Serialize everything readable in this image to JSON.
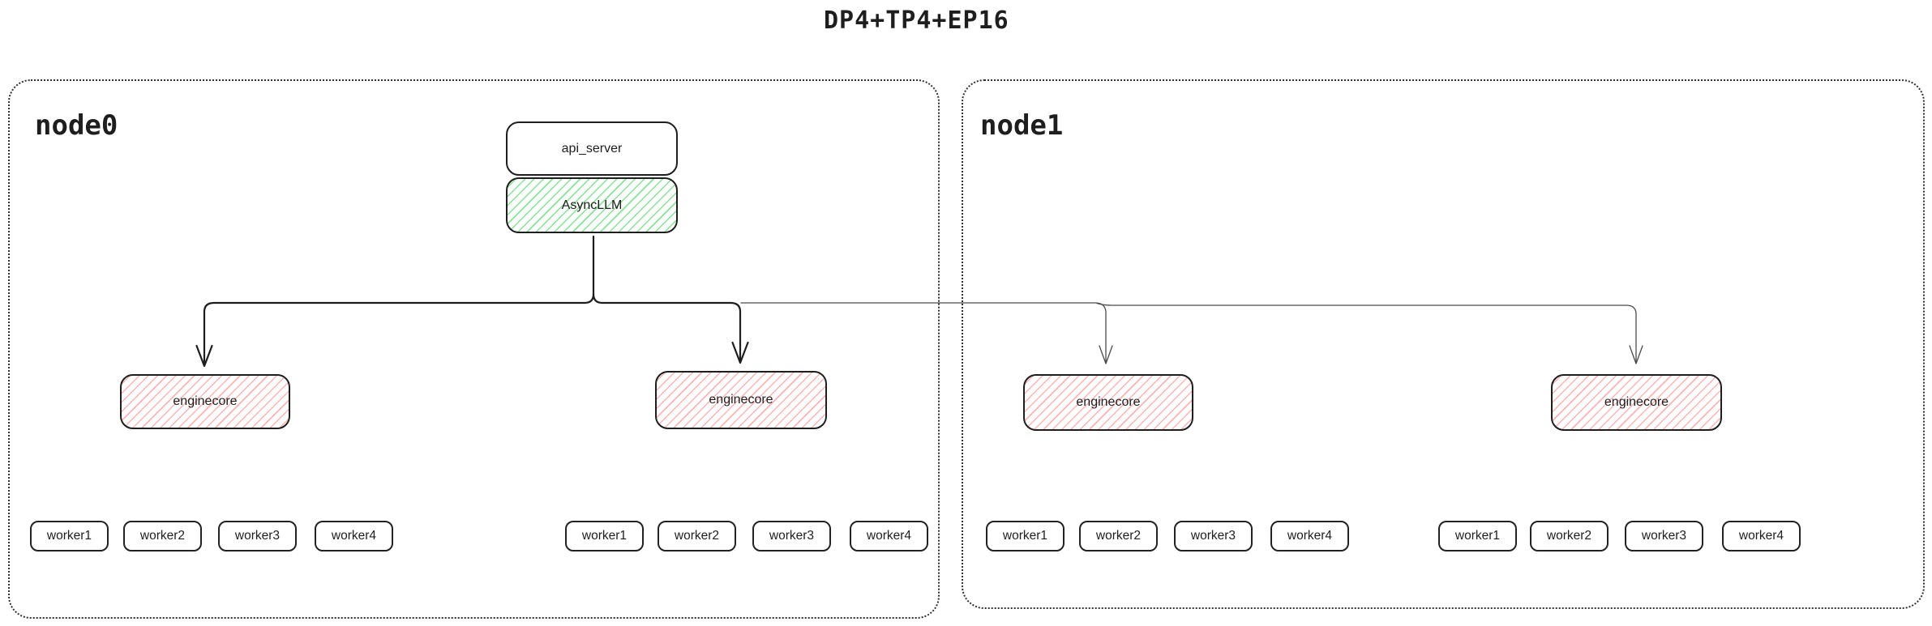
{
  "title": "DP4+TP4+EP16",
  "nodes": [
    {
      "label": "node0",
      "api_server_label": "api_server",
      "async_llm_label": "AsyncLLM",
      "enginecores": [
        {
          "label": "enginecore",
          "workers": [
            "worker1",
            "worker2",
            "worker3",
            "worker4"
          ]
        },
        {
          "label": "enginecore",
          "workers": [
            "worker1",
            "worker2",
            "worker3",
            "worker4"
          ]
        }
      ]
    },
    {
      "label": "node1",
      "enginecores": [
        {
          "label": "enginecore",
          "workers": [
            "worker1",
            "worker2",
            "worker3",
            "worker4"
          ]
        },
        {
          "label": "enginecore",
          "workers": [
            "worker1",
            "worker2",
            "worker3",
            "worker4"
          ]
        }
      ]
    }
  ],
  "colors": {
    "text": "#1e1e1e",
    "box_border": "#1e1e1e",
    "node_border_dotted": "#2f2f2f",
    "green_hatch": "#69db7c",
    "red_hatch": "#ff9a9a",
    "thick_wire": "#1e1e1e",
    "thin_wire": "#4a4a4a"
  }
}
